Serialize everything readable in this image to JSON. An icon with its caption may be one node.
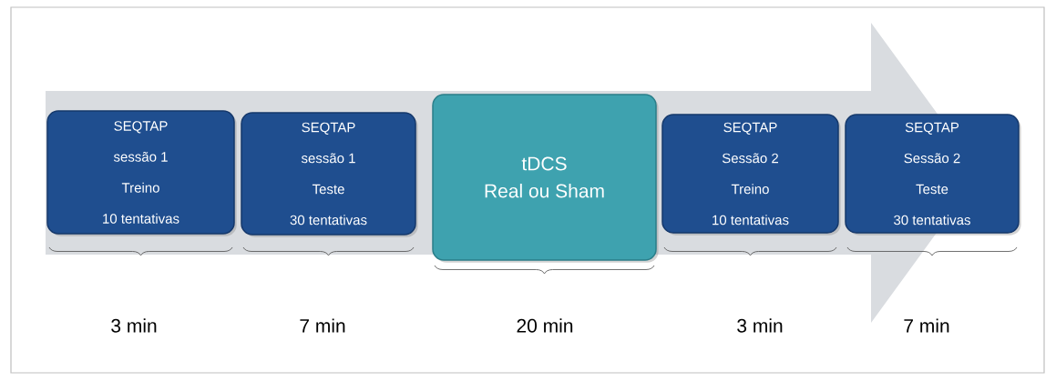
{
  "diagram": {
    "nodes": [
      {
        "text": [
          "SEQTAP",
          "sessão 1",
          "Treino",
          "10 tentativas"
        ]
      },
      {
        "text": [
          "SEQTAP",
          "sessão 1",
          "Teste",
          "30 tentativas"
        ]
      },
      {
        "text": [
          "tDCS",
          "Real ou Sham"
        ]
      },
      {
        "text": [
          "SEQTAP",
          "Sessão 2",
          "Treino",
          "10 tentativas"
        ]
      },
      {
        "text": [
          "SEQTAP",
          "Sessão 2",
          "Teste",
          "30 tentativas"
        ]
      }
    ],
    "labels": [
      "3 min",
      "7 min",
      "20 min",
      "3 min",
      "7 min"
    ]
  }
}
